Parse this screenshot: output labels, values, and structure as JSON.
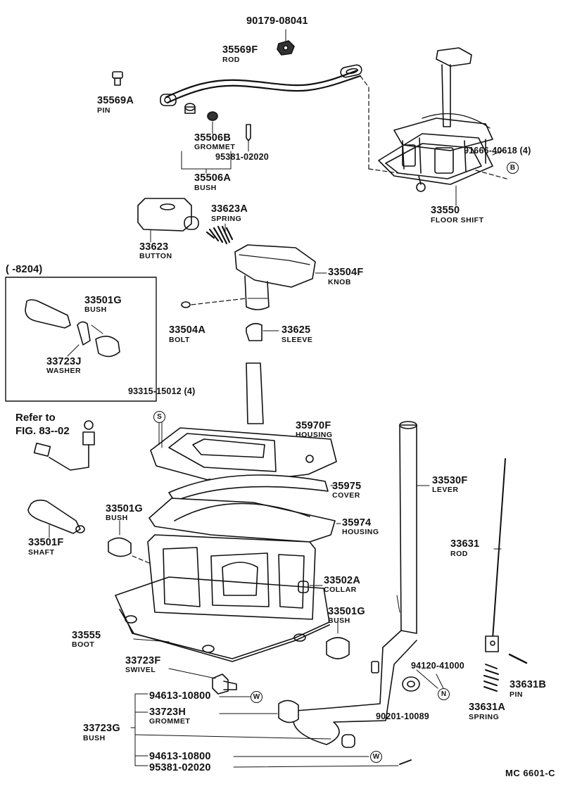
{
  "parts": {
    "p_90179": "90179-08041",
    "p_35569F": "35569F",
    "n_35569F": "ROD",
    "p_35569A": "35569A",
    "n_35569A": "PIN",
    "p_35506B": "35506B",
    "n_35506B": "GROMMET",
    "p_95381a": "95381-02020",
    "p_35506A": "35506A",
    "n_35506A": "BUSH",
    "p_91666": "91666-40618 (4)",
    "p_33550": "33550",
    "n_33550": "FLOOR SHIFT",
    "p_33623A": "33623A",
    "n_33623A": "SPRING",
    "p_33623": "33623",
    "n_33623": "BUTTON",
    "p_33504F": "33504F",
    "n_33504F": "KNOB",
    "p_33504A": "33504A",
    "n_33504A": "BOLT",
    "p_33625": "33625",
    "n_33625": "SLEEVE",
    "box_range": "(       -8204)",
    "p_33501G_box": "33501G",
    "n_33501G_box": "BUSH",
    "p_33723J": "33723J",
    "n_33723J": "WASHER",
    "p_93315": "93315-15012 (4)",
    "p_35970F": "35970F",
    "n_35970F": "HOUSING",
    "p_35975": "35975",
    "n_35975": "COVER",
    "p_35974": "35974",
    "n_35974": "HOUSING",
    "p_33530F": "33530F",
    "n_33530F": "LEVER",
    "p_33501G_a": "33501G",
    "n_33501G_a": "BUSH",
    "p_33501F": "33501F",
    "n_33501F": "SHAFT",
    "p_33502A": "33502A",
    "n_33502A": "COLLAR",
    "p_33501G_b": "33501G",
    "n_33501G_b": "BUSH",
    "p_33631": "33631",
    "n_33631": "ROD",
    "p_33555": "33555",
    "n_33555": "BOOT",
    "p_33723F": "33723F",
    "n_33723F": "SWIVEL",
    "p_94120": "94120-41000",
    "p_94613a": "94613-10800",
    "p_33723H": "33723H",
    "n_33723H": "GROMMET",
    "p_33723G": "33723G",
    "n_33723G": "BUSH",
    "p_90201": "90201-10089",
    "p_33631A": "33631A",
    "n_33631A": "SPRING",
    "p_33631B": "33631B",
    "n_33631B": "PIN",
    "p_94613b": "94613-10800",
    "p_95381b": "95381-02020"
  },
  "refer": {
    "line1": "Refer to",
    "line2": "FIG. 83--02"
  },
  "callouts": {
    "B": "B",
    "S": "S",
    "N": "N",
    "W1": "W",
    "W2": "W"
  },
  "footer": {
    "code": "MC  6601-C"
  }
}
